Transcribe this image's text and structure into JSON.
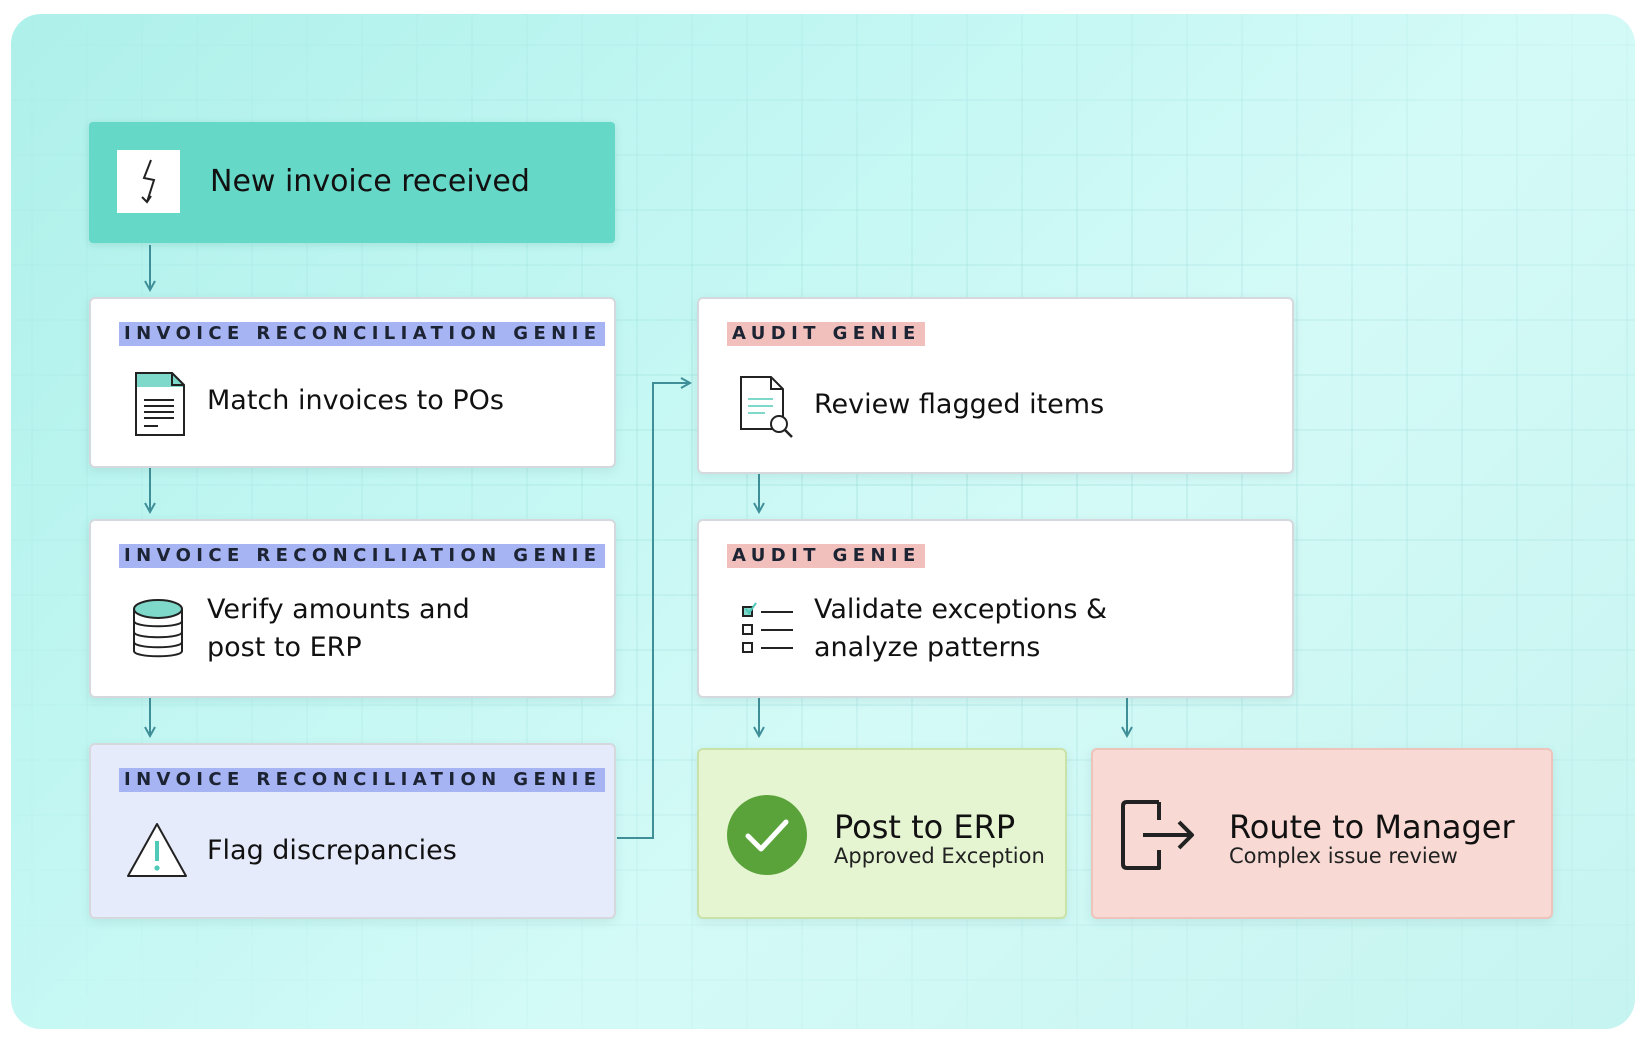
{
  "trigger": {
    "label": "New invoice received",
    "icon": "lightning-bolt-icon"
  },
  "invoice_genie": {
    "tag": "INVOICE RECONCILIATION GENIE",
    "steps": [
      {
        "label": "Match invoices to POs",
        "icon": "document-icon"
      },
      {
        "label_line1": "Verify amounts and",
        "label_line2": "post to ERP",
        "icon": "database-icon"
      },
      {
        "label": "Flag discrepancies",
        "icon": "warning-icon"
      }
    ]
  },
  "audit_genie": {
    "tag": "AUDIT GENIE",
    "steps": [
      {
        "label": "Review flagged items",
        "icon": "document-search-icon"
      },
      {
        "label_line1": "Validate exceptions &",
        "label_line2": "analyze patterns",
        "icon": "checklist-icon"
      }
    ]
  },
  "outcomes": {
    "approved": {
      "title": "Post to ERP",
      "subtitle": "Approved Exception",
      "icon": "checkmark-circle-icon",
      "color": "#5aa33a",
      "bg": "#e5f5d2"
    },
    "manager": {
      "title": "Route to Manager",
      "subtitle": "Complex issue review",
      "icon": "exit-arrow-icon",
      "bg": "#f8d9d3"
    }
  },
  "colors": {
    "trigger": "#66d8c8",
    "connector": "#3f8f98",
    "invoice_tag": "#a6b4f3",
    "audit_tag": "#f1c0bd",
    "flag_card": "#e6ebfb"
  }
}
